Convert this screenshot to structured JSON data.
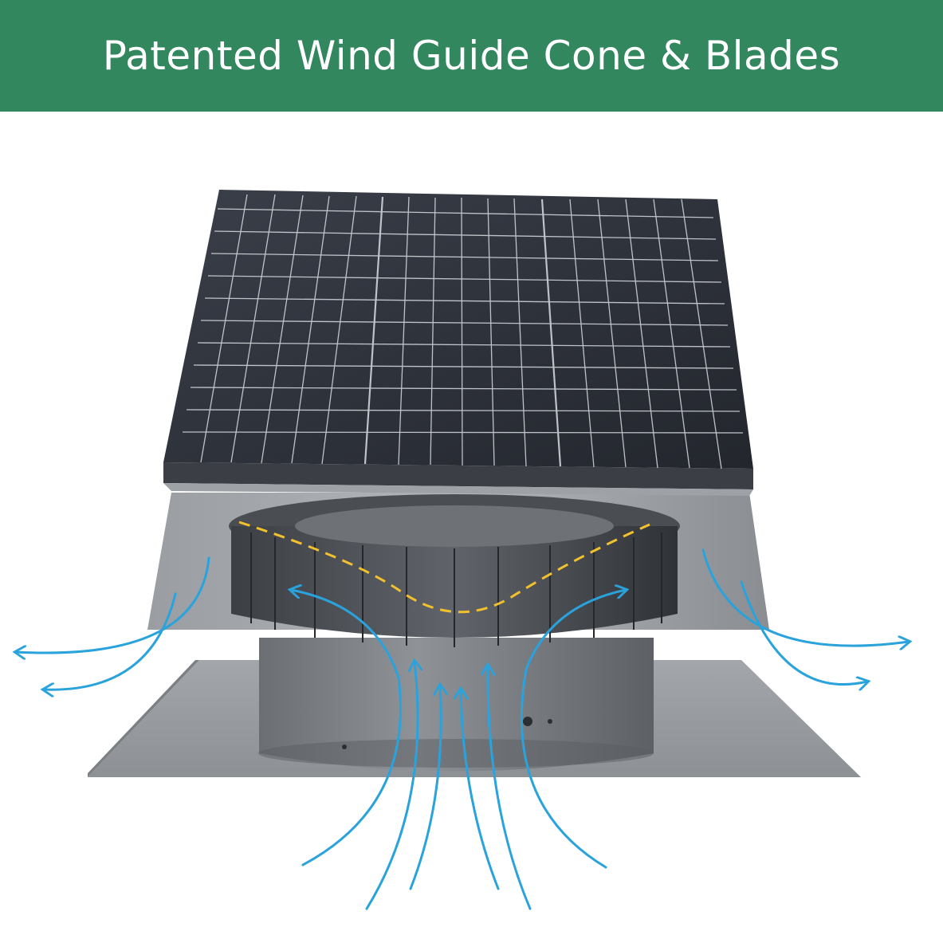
{
  "banner": {
    "title": "Patented Wind Guide Cone & Blades",
    "background": "#33875f",
    "text_color": "#ffffff"
  },
  "product": {
    "type": "solar-powered-attic-fan",
    "components": [
      "solar-panel",
      "wind-guide-cone",
      "fan-blades",
      "base-cylinder",
      "roof-flashing"
    ]
  },
  "colors": {
    "airflow_arrows": "#2aa3dc",
    "blade_path": "#f2c12e",
    "solar_panel": "#2b2f38",
    "housing": "#8e9196"
  }
}
